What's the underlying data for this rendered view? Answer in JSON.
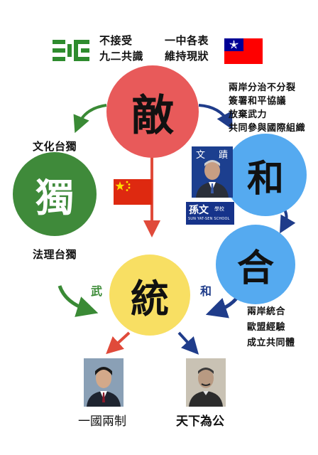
{
  "top": {
    "kmt_logo_text": "",
    "left_lines": [
      "不接受",
      "九二共識"
    ],
    "right_lines": [
      "一中各表",
      "維持現狀"
    ]
  },
  "nodes": {
    "enemy": {
      "char": "敵",
      "color": "#e85a5a"
    },
    "independence": {
      "char": "獨",
      "color": "#3f8a3a"
    },
    "peace": {
      "char": "和",
      "color": "#55aaf0"
    },
    "unite": {
      "char": "合",
      "color": "#55aaf0"
    },
    "unify": {
      "char": "統",
      "color": "#f8df63"
    }
  },
  "notes": {
    "peace_lines": [
      "兩岸分治不分裂",
      "簽署和平協議",
      "放棄武力",
      "共同參與國際組織"
    ],
    "culture_independence": "文化台獨",
    "legal_independence": "法理台獨",
    "unite_lines": [
      "兩岸統合",
      "歐盟經驗",
      "成立共同體"
    ]
  },
  "side_labels": {
    "martial": "武",
    "peaceful": "和"
  },
  "photos": {
    "left_caption": "一國兩制",
    "right_caption": "天下為公",
    "school_logo_main": "孫文",
    "school_logo_small": "學校",
    "school_logo_en": "SUN YAT-SEN SCHOOL",
    "plaque_char": "文",
    "plaque_char2": "蹟"
  },
  "colors": {
    "arrow_green": "#3a8a35",
    "arrow_blue": "#1f3c8a",
    "arrow_red": "#e04a3a",
    "flag_red": "#de2910",
    "flag_star": "#ffde00",
    "roc_blue": "#000095",
    "roc_red": "#fe0000"
  }
}
